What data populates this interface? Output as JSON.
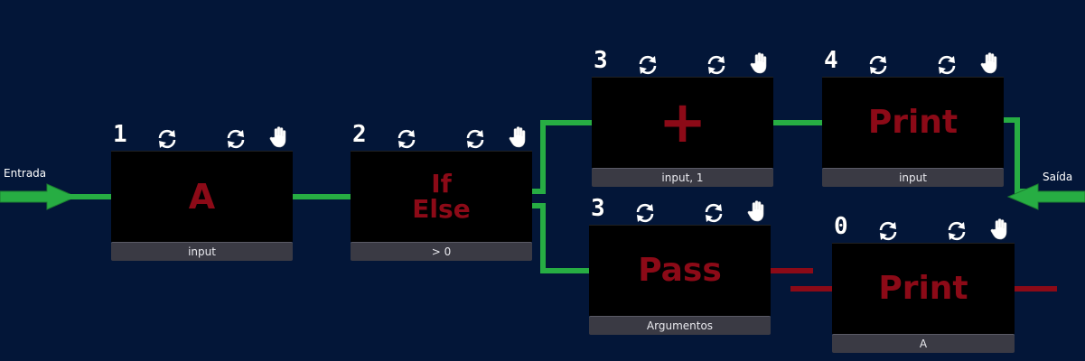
{
  "io": {
    "input_label": "Entrada",
    "output_label": "Saída"
  },
  "nodes": [
    {
      "id": "n1",
      "number": "1",
      "title": "A",
      "footer": "input"
    },
    {
      "id": "n2",
      "number": "2",
      "title": "If\nElse",
      "footer": "> 0"
    },
    {
      "id": "n3a",
      "number": "3",
      "title": "+",
      "footer": "input, 1"
    },
    {
      "id": "n4",
      "number": "4",
      "title": "Print",
      "footer": "input"
    },
    {
      "id": "n3b",
      "number": "3",
      "title": "Pass",
      "footer": "Argumentos"
    },
    {
      "id": "n0",
      "number": "0",
      "title": "Print",
      "footer": "A"
    }
  ],
  "colors": {
    "background": "#031638",
    "active_wire": "#27ad43",
    "inactive_wire": "#8c0a17",
    "node_title": "#8c0a17",
    "node_body": "#000000",
    "node_footer": "#3a3a44"
  },
  "icons": [
    "refresh-icon",
    "reload-icon",
    "hand-icon"
  ]
}
